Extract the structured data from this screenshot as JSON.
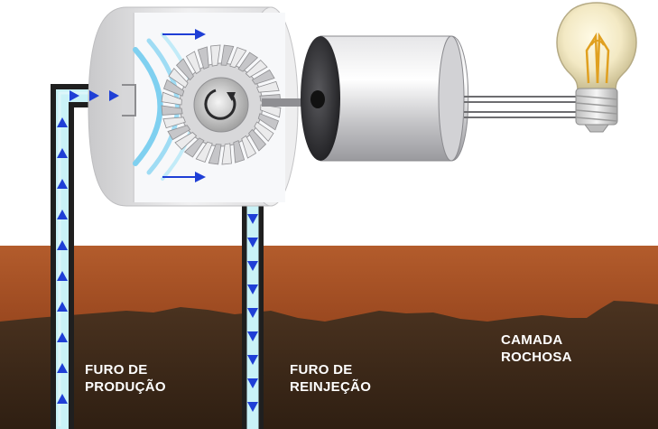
{
  "labels": {
    "production_well": [
      "FURO DE",
      "PRODUÇÃO"
    ],
    "reinjection_well": [
      "FURO DE",
      "REINJEÇÃO"
    ],
    "rock_layer": [
      "CAMADA",
      "ROCHOSA"
    ]
  },
  "icons": [
    "turbine-icon",
    "generator-icon",
    "light-bulb-icon",
    "flow-arrow-icon",
    "rotation-arrow-icon"
  ],
  "colors": {
    "sky": "#ffffff",
    "soil": "#a9552a",
    "rock": "#3f2a1a",
    "pipe_wall": "#222222",
    "fluid": "#c9f2f7",
    "flow_arrow": "#1f3fd6",
    "steam_arc": "#8fd8f0"
  }
}
